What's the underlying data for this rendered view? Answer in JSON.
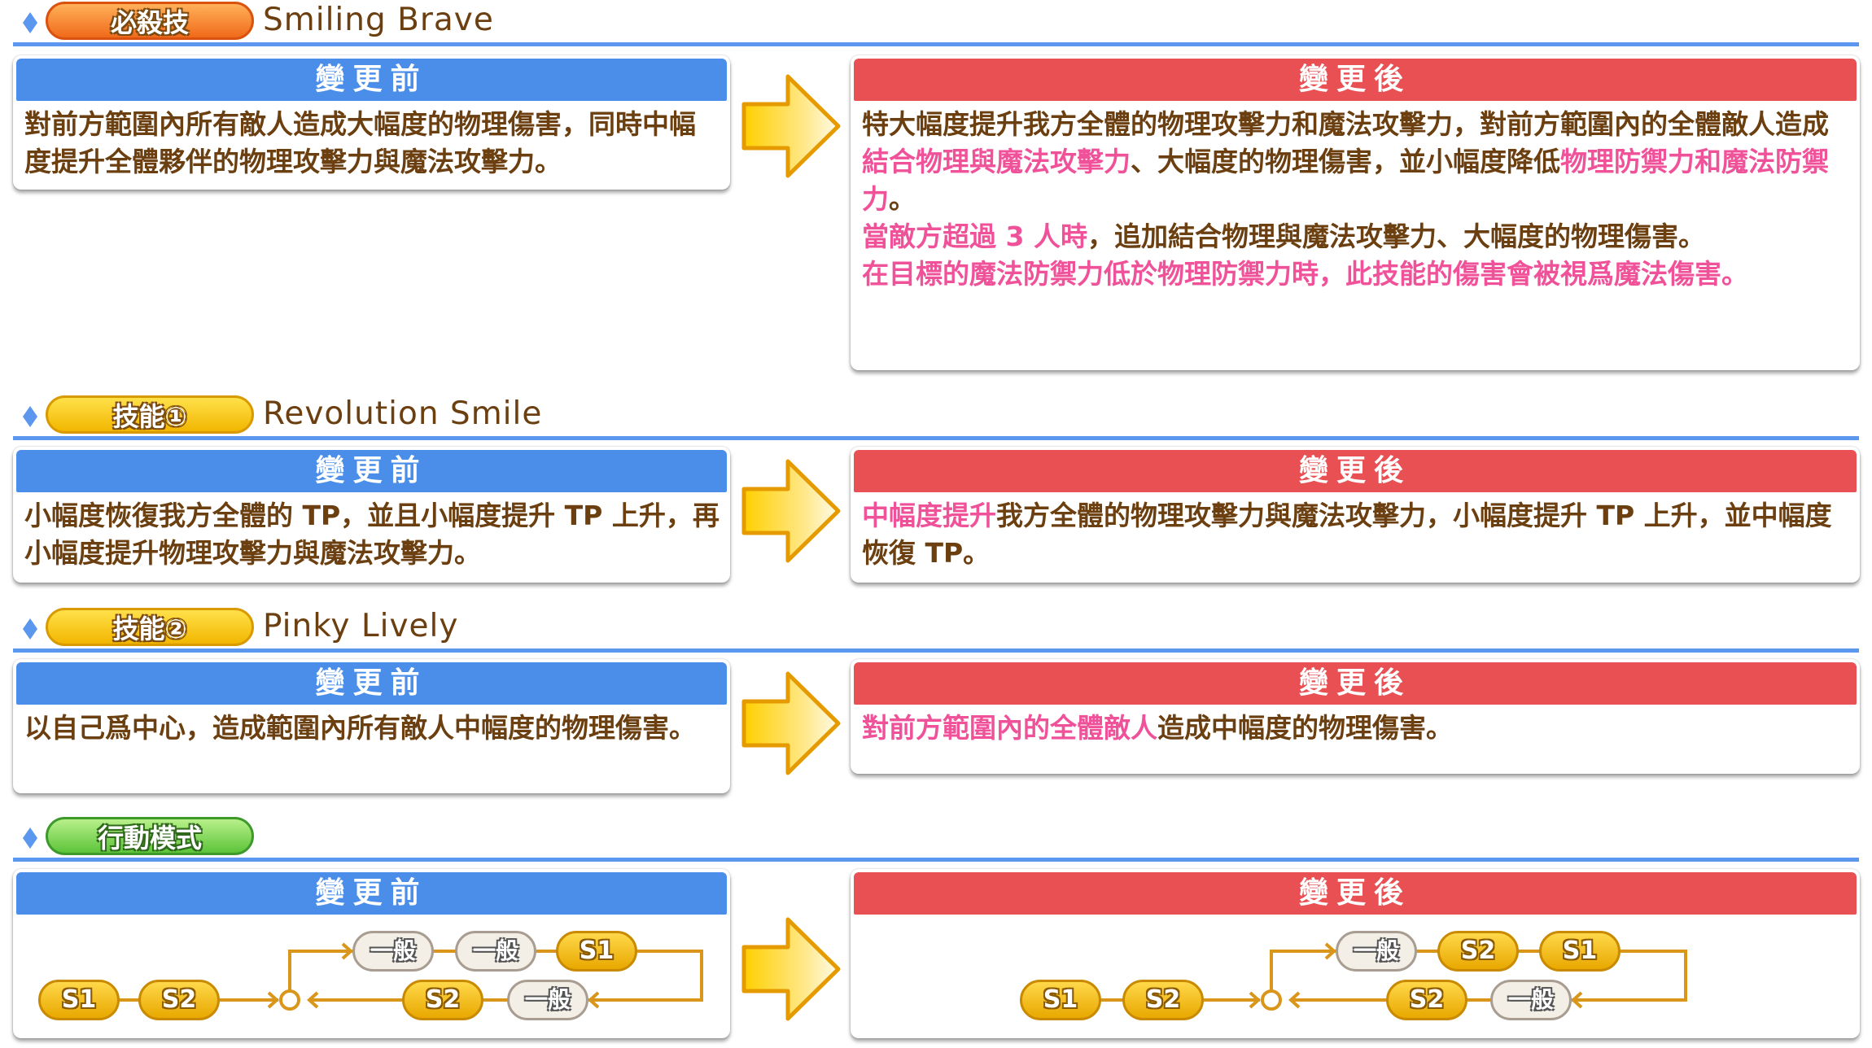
{
  "colors": {
    "accent_blue": "#4a8eea",
    "accent_red": "#e85053",
    "text_brown": "#6b3f10",
    "highlight_pink": "#f0529a"
  },
  "labels": {
    "before": "變更前",
    "after": "變更後"
  },
  "sections": [
    {
      "tag": "必殺技",
      "tag_style": "orange",
      "title": "Smiling Brave",
      "before": [
        {
          "t": "對前方範圍內所有敵人造成大幅度的物理傷害，同時中幅度提升全體夥伴的物理攻擊力與魔法攻擊力。"
        }
      ],
      "after": [
        {
          "t": "特大幅度提升我方全體的物理攻擊力和魔法攻擊力，對前方範圍內的全體敵人造成"
        },
        {
          "t": "結合物理與魔法攻擊力",
          "hl": true
        },
        {
          "t": "、大幅度的物理傷害，並小幅度降低"
        },
        {
          "t": "物理防禦力和魔法防禦力",
          "hl": true
        },
        {
          "t": "。",
          "br": true
        },
        {
          "t": "當敵方超過 3 人時",
          "hl": true
        },
        {
          "t": "，追加結合物理與魔法攻擊力、大幅度的物理傷害。",
          "br": true
        },
        {
          "t": "在目標的魔法防禦力低於物理防禦力時，此技能的傷害會被視爲魔法傷害。",
          "hl": true
        }
      ]
    },
    {
      "tag": "技能①",
      "tag_style": "yellow",
      "title": "Revolution Smile",
      "before": [
        {
          "t": "小幅度恢復我方全體的 TP，並且小幅度提升 TP 上升，再小幅度提升物理攻擊力與魔法攻擊力。"
        }
      ],
      "after": [
        {
          "t": "中幅度提升",
          "hl": true
        },
        {
          "t": "我方全體的物理攻擊力與魔法攻擊力，小幅度提升 TP 上升，並中幅度恢復 TP。"
        }
      ]
    },
    {
      "tag": "技能②",
      "tag_style": "yellow",
      "title": "Pinky Lively",
      "before": [
        {
          "t": "以自己爲中心，造成範圍內所有敵人中幅度的物理傷害。"
        }
      ],
      "after": [
        {
          "t": "對前方範圍內的全體敵人",
          "hl": true
        },
        {
          "t": "造成中幅度的物理傷害。"
        }
      ]
    },
    {
      "tag": "行動模式",
      "tag_style": "green",
      "title": "",
      "before_flow": {
        "start": [
          "S1",
          "S2"
        ],
        "loop_top": [
          "一般",
          "一般",
          "S1"
        ],
        "loop_bottom": [
          "S2",
          "一般"
        ]
      },
      "after_flow": {
        "start": [
          "S1",
          "S2"
        ],
        "loop_top": [
          "一般",
          "S2",
          "S1"
        ],
        "loop_bottom": [
          "S2",
          "一般"
        ]
      }
    }
  ]
}
